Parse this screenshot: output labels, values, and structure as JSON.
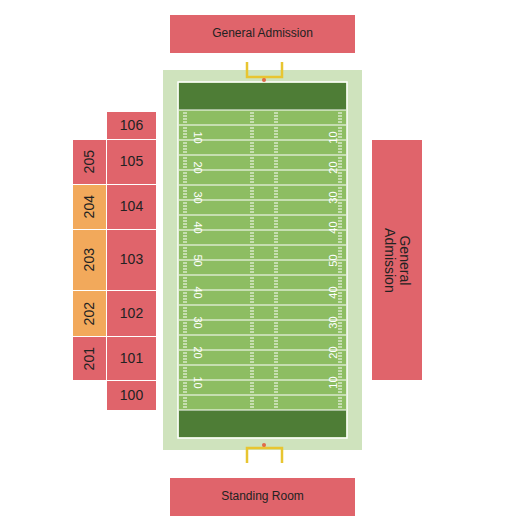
{
  "diagram": {
    "nodes": [
      {
        "text": [
          "General Admission"
        ]
      },
      {
        "text": [
          "106"
        ]
      },
      {
        "text": [
          "205"
        ]
      },
      {
        "text": [
          "105"
        ]
      },
      {
        "text": [
          "204"
        ]
      },
      {
        "text": [
          "104"
        ]
      },
      {
        "text": [
          "203"
        ]
      },
      {
        "text": [
          "103"
        ]
      },
      {
        "text": [
          "202"
        ]
      },
      {
        "text": [
          "102"
        ]
      },
      {
        "text": [
          "201"
        ]
      },
      {
        "text": [
          "101"
        ]
      },
      {
        "text": [
          "100"
        ]
      },
      {
        "text": [
          "General Admission"
        ]
      },
      {
        "text": [
          "Standing Room"
        ]
      }
    ],
    "labels": [
      "10",
      "20",
      "30",
      "40",
      "50",
      "40",
      "30",
      "20",
      "10",
      "10",
      "20",
      "30",
      "40",
      "50",
      "40",
      "30",
      "20",
      "10"
    ]
  }
}
